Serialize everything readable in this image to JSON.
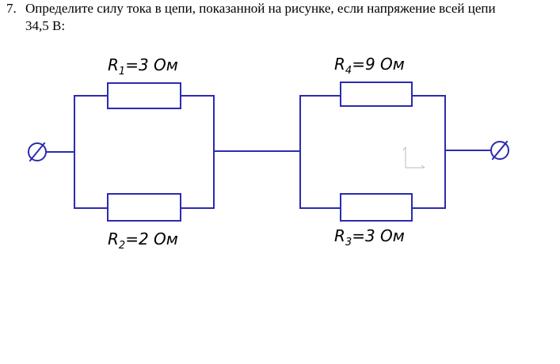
{
  "problem": {
    "number": "7.",
    "text_line1": "Определите силу тока в цепи, показанной на рисунке, если напряжение всей цепи",
    "text_line2": "34,5 В:"
  },
  "circuit": {
    "colors": {
      "wire": "#2b2bb0",
      "label": "#000000"
    },
    "resistors": {
      "r1": {
        "name": "R",
        "sub": "1",
        "value": "=3 Ом"
      },
      "r2": {
        "name": "R",
        "sub": "2",
        "value": "=2 Ом"
      },
      "r3": {
        "name": "R",
        "sub": "3",
        "value": "=3 Ом"
      },
      "r4": {
        "name": "R",
        "sub": "4",
        "value": "=9 Ом"
      }
    }
  }
}
